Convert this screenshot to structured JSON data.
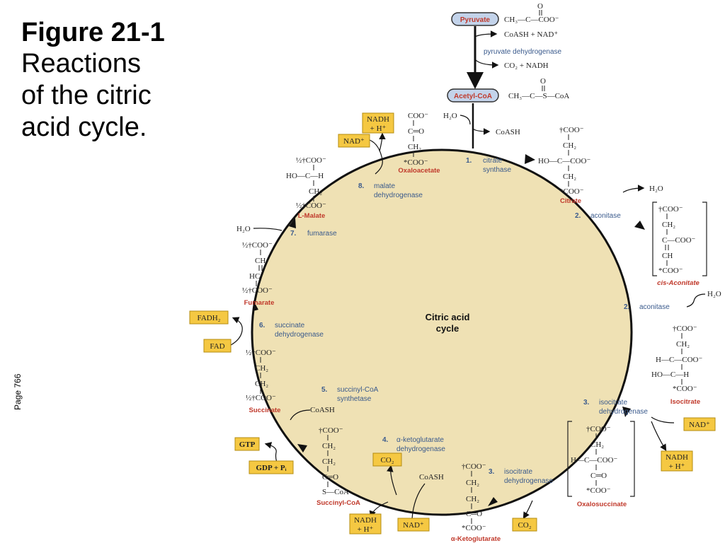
{
  "figure": {
    "number": "Figure 21-1",
    "caption_lines": [
      "Reactions",
      "of the citric",
      "acid cycle."
    ],
    "page_note": "Page 766"
  },
  "colors": {
    "cycle_fill": "#efe1b4",
    "cofactor_box": "#f5c842",
    "compound_name": "#c0392b",
    "enzyme_text": "#3a5a8c",
    "nad_green": "#1e9e52",
    "pill_fill": "#c3d3ea"
  },
  "center_label": [
    "Citric acid",
    "cycle"
  ],
  "pyruvate_step": {
    "pyruvate": "Pyruvate",
    "pyruvate_formula": "CH₃—C—COO⁻",
    "inputs": "CoASH + NAD⁺",
    "enzyme": "pyruvate dehydrogenase",
    "outputs": "CO₂ + NADH",
    "acetyl_coa": "Acetyl-CoA",
    "acetyl_formula": "CH₃—C—S—CoA",
    "water": "H₂O",
    "coash_out": "CoASH"
  },
  "compounds": {
    "oxaloacetate": "Oxaloacetate",
    "citrate": "Citrate",
    "cis_aconitate": "cis-Aconitate",
    "isocitrate": "Isocitrate",
    "oxalosuccinate": "Oxalosuccinate",
    "ketoglutarate": "α-Ketoglutarate",
    "succinyl_coa": "Succinyl-CoA",
    "succinate": "Succinate",
    "fumarate": "Fumarate",
    "malate": "L-Malate"
  },
  "enzymes": [
    {
      "num": "1.",
      "lines": [
        "citrate",
        "synthase"
      ]
    },
    {
      "num": "2.",
      "lines": [
        "aconitase"
      ]
    },
    {
      "num": "2.",
      "lines": [
        "aconitase"
      ]
    },
    {
      "num": "3.",
      "lines": [
        "isocitrate",
        "dehydrogenase"
      ]
    },
    {
      "num": "3.",
      "lines": [
        "isocitrate",
        "dehydrogenase"
      ]
    },
    {
      "num": "4.",
      "lines": [
        "α-ketoglutarate",
        "dehydrogenase"
      ]
    },
    {
      "num": "5.",
      "lines": [
        "succinyl-CoA",
        "synthetase"
      ]
    },
    {
      "num": "6.",
      "lines": [
        "succinate",
        "dehydrogenase"
      ]
    },
    {
      "num": "7.",
      "lines": [
        "fumarase"
      ]
    },
    {
      "num": "8.",
      "lines": [
        "malate",
        "dehydrogenase"
      ]
    }
  ],
  "cofactors": {
    "nadh_h_top": [
      "NADH",
      "+ H⁺"
    ],
    "nad_top": "NAD⁺",
    "nad_right": "NAD⁺",
    "nadh_h_right": [
      "NADH",
      "+ H⁺"
    ],
    "co2_right": "CO₂",
    "co2_mid": "CO₂",
    "nad_bottom": "NAD⁺",
    "nadh_h_bottom": [
      "NADH",
      "+ H⁺"
    ],
    "gtp": "GTP",
    "gdp_pi": "GDP + Pᵢ",
    "fadh2": "FADH₂",
    "fad": "FAD"
  },
  "small_molecules": {
    "h2o_citrate": "H₂O",
    "h2o_aconitate": "H₂O",
    "h2o_fumarase": "H₂O",
    "coash_kg": "CoASH",
    "coash_succ": "CoASH"
  }
}
